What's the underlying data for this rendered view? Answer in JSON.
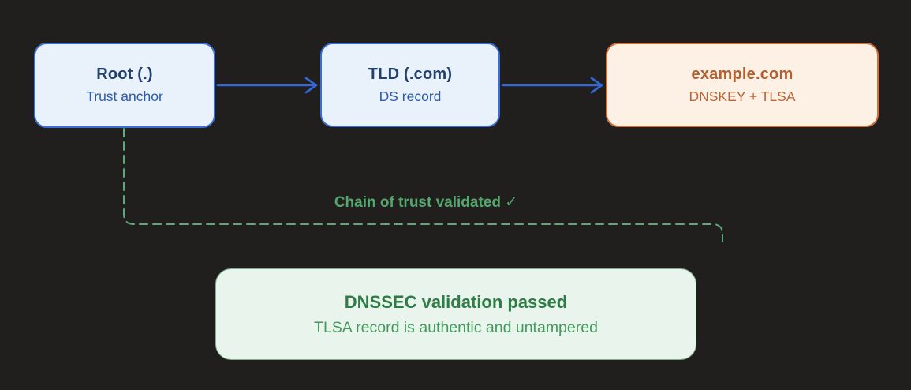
{
  "nodes": [
    {
      "title": "Root (.)",
      "subtitle": "Trust anchor"
    },
    {
      "title": "TLD (.com)",
      "subtitle": "DS record"
    },
    {
      "title": "example.com",
      "subtitle": "DNSKEY + TLSA"
    }
  ],
  "chain_label": "Chain of trust validated ✓",
  "result": {
    "title": "DNSSEC validation passed",
    "subtitle": "TLSA record is authentic and untampered"
  },
  "colors": {
    "bg": "#201f1e",
    "node_blue_bg": "#e9f1fb",
    "node_blue_border": "#3a6ed0",
    "node_blue_title": "#21406e",
    "node_blue_subtitle": "#2d5ba4",
    "arrow_blue": "#3466d4",
    "node_orange_bg": "#fdf1e6",
    "node_orange_border": "#cf6f3a",
    "node_orange_title": "#b45e2e",
    "node_orange_subtitle": "#b96434",
    "green_line": "#5fa878",
    "green_label": "#54a86c",
    "result_bg": "#e8f4ec",
    "result_border": "#7ab389",
    "result_title": "#2e7c46",
    "result_subtitle": "#449a5d"
  }
}
